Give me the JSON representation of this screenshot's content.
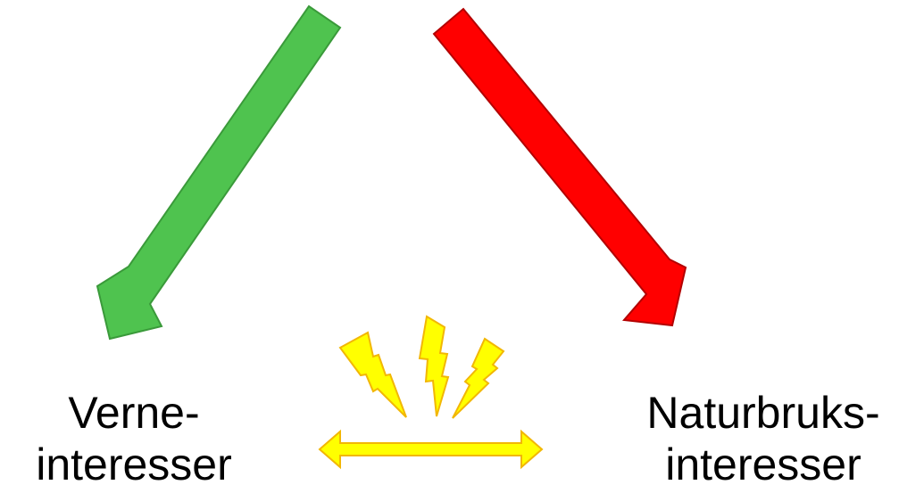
{
  "labels": {
    "left_line1": "Verne-",
    "left_line2": "interesser",
    "right_line1": "Naturbruks-",
    "right_line2": "interesser"
  },
  "colors": {
    "green_arrow_fill": "#4fc34f",
    "green_arrow_stroke": "#3a9a3a",
    "red_arrow_fill": "#ff0000",
    "red_arrow_stroke": "#b30000",
    "conflict_fill": "#ffff00",
    "conflict_stroke": "#f2b705"
  },
  "icons": {
    "conflict_symbol": "lightning-bolts-icon",
    "tension_arrow": "double-headed-arrow-icon"
  }
}
